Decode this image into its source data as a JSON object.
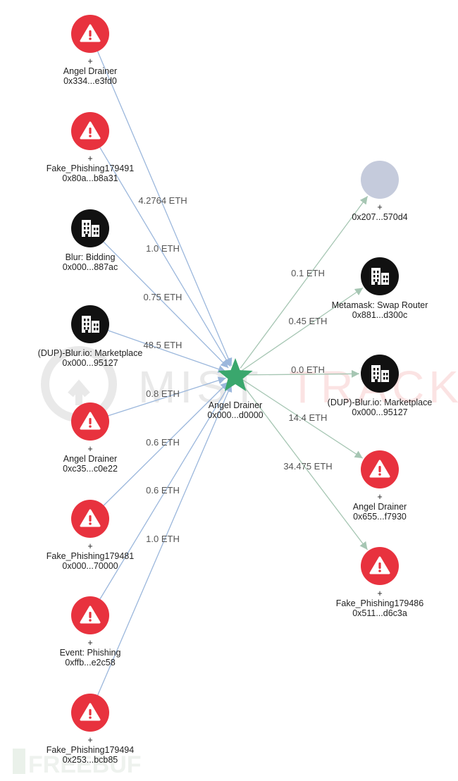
{
  "colors": {
    "risk": "#e8323e",
    "entity": "#111111",
    "unknown": "#c5cbdc",
    "center": "#3aa76d",
    "inflow_edge": "#9bb7dc",
    "outflow_edge": "#a6c6b3",
    "watermark": "#e9e9e9",
    "watermark_accent": "#fbe3e3"
  },
  "watermark": {
    "text_left": "MIST",
    "text_right": "TRACK"
  },
  "corner_logo": {
    "text": "FREEBUF"
  },
  "center": {
    "id": "center",
    "label": "Angel Drainer",
    "address": "0x000...d0000"
  },
  "nodes": [
    {
      "id": "in1",
      "kind": "risk",
      "plus": "+",
      "label": "Angel Drainer",
      "address": "0x334...e3fd0"
    },
    {
      "id": "in2",
      "kind": "risk",
      "plus": "+",
      "label": "Fake_Phishing179491",
      "address": "0x80a...b8a31"
    },
    {
      "id": "in3",
      "kind": "entity",
      "plus": "",
      "label": "Blur: Bidding",
      "address": "0x000...887ac"
    },
    {
      "id": "in4",
      "kind": "entity",
      "plus": "",
      "label": "(DUP)-Blur.io: Marketplace",
      "address": "0x000...95127"
    },
    {
      "id": "in5",
      "kind": "risk",
      "plus": "+",
      "label": "Angel Drainer",
      "address": "0xc35...c0e22"
    },
    {
      "id": "in6",
      "kind": "risk",
      "plus": "+",
      "label": "Fake_Phishing179481",
      "address": "0x000...70000"
    },
    {
      "id": "in7",
      "kind": "risk",
      "plus": "+",
      "label": "Event: Phishing",
      "address": "0xffb...e2c58"
    },
    {
      "id": "in8",
      "kind": "risk",
      "plus": "+",
      "label": "Fake_Phishing179494",
      "address": "0x253...bcb85"
    },
    {
      "id": "out1",
      "kind": "unknown",
      "plus": "+",
      "label": "",
      "address": "0x207...570d4"
    },
    {
      "id": "out2",
      "kind": "entity",
      "plus": "",
      "label": "Metamask: Swap Router",
      "address": "0x881...d300c"
    },
    {
      "id": "out3",
      "kind": "entity",
      "plus": "",
      "label": "(DUP)-Blur.io: Marketplace",
      "address": "0x000...95127"
    },
    {
      "id": "out4",
      "kind": "risk",
      "plus": "+",
      "label": "Angel Drainer",
      "address": "0x655...f7930"
    },
    {
      "id": "out5",
      "kind": "risk",
      "plus": "+",
      "label": "Fake_Phishing179486",
      "address": "0x511...d6c3a"
    }
  ],
  "edges": [
    {
      "from": "in1",
      "to": "center",
      "direction": "in",
      "label": "4.2764 ETH"
    },
    {
      "from": "in2",
      "to": "center",
      "direction": "in",
      "label": "1.0 ETH"
    },
    {
      "from": "in3",
      "to": "center",
      "direction": "in",
      "label": "0.75 ETH"
    },
    {
      "from": "in4",
      "to": "center",
      "direction": "in",
      "label": "48.5 ETH"
    },
    {
      "from": "in5",
      "to": "center",
      "direction": "in",
      "label": "0.8 ETH"
    },
    {
      "from": "in6",
      "to": "center",
      "direction": "in",
      "label": "0.6 ETH"
    },
    {
      "from": "in7",
      "to": "center",
      "direction": "in",
      "label": "0.6 ETH"
    },
    {
      "from": "in8",
      "to": "center",
      "direction": "in",
      "label": "1.0 ETH"
    },
    {
      "from": "center",
      "to": "out1",
      "direction": "out",
      "label": "0.1 ETH"
    },
    {
      "from": "center",
      "to": "out2",
      "direction": "out",
      "label": "0.45 ETH"
    },
    {
      "from": "center",
      "to": "out3",
      "direction": "out",
      "label": "0.0 ETH"
    },
    {
      "from": "center",
      "to": "out4",
      "direction": "out",
      "label": "14.4 ETH"
    },
    {
      "from": "center",
      "to": "out5",
      "direction": "out",
      "label": "34.475 ETH"
    }
  ]
}
